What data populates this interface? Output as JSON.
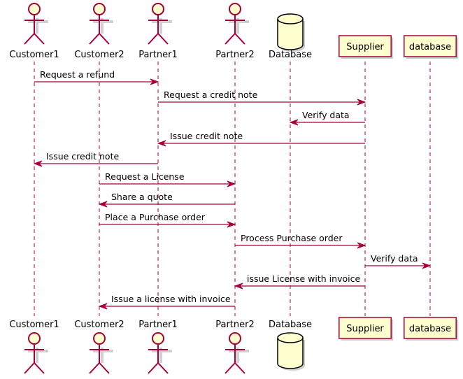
{
  "diagram": {
    "type": "sequence",
    "colors": {
      "line": "#A80036",
      "fill": "#FEFECE",
      "text": "#000000"
    },
    "participants": [
      {
        "id": "Customer1",
        "label": "Customer1",
        "kind": "actor"
      },
      {
        "id": "Customer2",
        "label": "Customer2",
        "kind": "actor"
      },
      {
        "id": "Partner1",
        "label": "Partner1",
        "kind": "actor"
      },
      {
        "id": "Partner2",
        "label": "Partner2",
        "kind": "actor"
      },
      {
        "id": "Database",
        "label": "Database",
        "kind": "database"
      },
      {
        "id": "Supplier",
        "label": "Supplier",
        "kind": "participant"
      },
      {
        "id": "database",
        "label": "database",
        "kind": "participant"
      }
    ],
    "messages": [
      {
        "from": "Customer1",
        "to": "Partner1",
        "text": "Request a refund"
      },
      {
        "from": "Partner1",
        "to": "Supplier",
        "text": "Request a credit note"
      },
      {
        "from": "Supplier",
        "to": "Database",
        "text": "Verify data"
      },
      {
        "from": "Supplier",
        "to": "Partner1",
        "text": "Issue credit note"
      },
      {
        "from": "Partner1",
        "to": "Customer1",
        "text": "Issue credit note"
      },
      {
        "from": "Customer2",
        "to": "Partner2",
        "text": "Request a License"
      },
      {
        "from": "Partner2",
        "to": "Customer2",
        "text": "Share a quote"
      },
      {
        "from": "Customer2",
        "to": "Partner2",
        "text": "Place a Purchase order"
      },
      {
        "from": "Partner2",
        "to": "Supplier",
        "text": "Process Purchase order"
      },
      {
        "from": "Supplier",
        "to": "database",
        "text": "Verify data"
      },
      {
        "from": "Supplier",
        "to": "Partner2",
        "text": "issue License with invoice"
      },
      {
        "from": "Partner2",
        "to": "Customer2",
        "text": "Issue a license with invoice"
      }
    ]
  }
}
